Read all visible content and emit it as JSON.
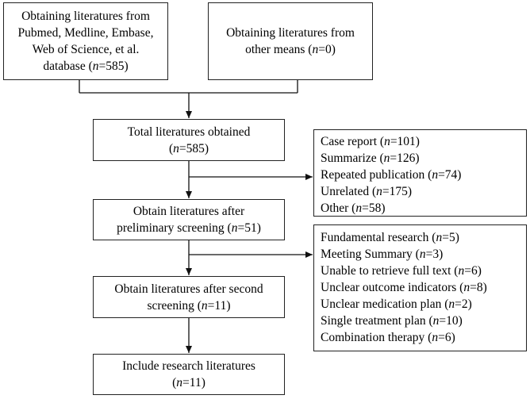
{
  "source_db": {
    "lines": [
      "Obtaining literatures from",
      "Pubmed, Medline, Embase,",
      "Web of Science, et al.",
      "database ("
    ],
    "n_text": "n",
    "value": "=585)"
  },
  "other_means": {
    "lines": [
      "Obtaining literatures from",
      "other means ("
    ],
    "n_text": "n",
    "value": "=0)"
  },
  "total": {
    "line1": "Total literatures obtained",
    "prefix": "(",
    "n_text": "n",
    "value": "=585)"
  },
  "preliminary": {
    "line1": "Obtain literatures after",
    "line2_prefix": "preliminary screening (",
    "n_text": "n",
    "value": "=51)"
  },
  "second": {
    "line1": "Obtain literatures after second",
    "line2_prefix": "screening (",
    "n_text": "n",
    "value": "=11)"
  },
  "include": {
    "line1": "Include research literatures",
    "prefix": "(",
    "n_text": "n",
    "value": "=11)"
  },
  "exclusion_1": [
    {
      "label": "Case report (",
      "n": "n",
      "value": "=101)"
    },
    {
      "label": "Summarize (",
      "n": "n",
      "value": "=126)"
    },
    {
      "label": "Repeated publication (",
      "n": "n",
      "value": "=74)"
    },
    {
      "label": "Unrelated (",
      "n": "n",
      "value": "=175)"
    },
    {
      "label": "Other (",
      "n": "n",
      "value": "=58)"
    }
  ],
  "exclusion_2": [
    {
      "label": "Fundamental research (",
      "n": "n",
      "value": "=5)"
    },
    {
      "label": "Meeting Summary (",
      "n": "n",
      "value": "=3)"
    },
    {
      "label": "Unable to retrieve full text (",
      "n": "n",
      "value": "=6)"
    },
    {
      "label": "Unclear outcome indicators (",
      "n": "n",
      "value": "=8)"
    },
    {
      "label": "Unclear medication plan (",
      "n": "n",
      "value": "=2)"
    },
    {
      "label": "Single treatment plan (",
      "n": "n",
      "value": "=10)"
    },
    {
      "label": "Combination therapy (",
      "n": "n",
      "value": "=6)"
    }
  ]
}
